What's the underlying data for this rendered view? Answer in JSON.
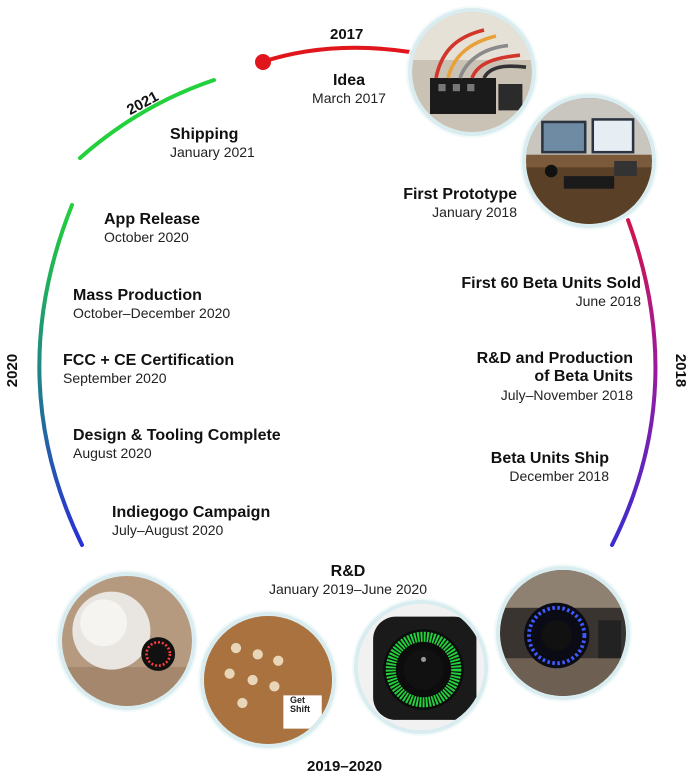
{
  "years": {
    "y2017": "2017",
    "y2018": "2018",
    "y2020": "2020",
    "y2021": "2021",
    "y2019_2020": "2019–2020"
  },
  "events": [
    {
      "title": "Idea",
      "date": "March 2017"
    },
    {
      "title": "First Prototype",
      "date": "January 2018"
    },
    {
      "title": "First 60 Beta Units Sold",
      "date": "June 2018"
    },
    {
      "title": "R&D and Production",
      "title2": "of Beta Units",
      "date": "July–November 2018"
    },
    {
      "title": "Beta Units Ship",
      "date": "December 2018"
    },
    {
      "title": "R&D",
      "date": "January 2019–June 2020"
    },
    {
      "title": "Indiegogo Campaign",
      "date": "July–August 2020"
    },
    {
      "title": "Design & Tooling Complete",
      "date": "August 2020"
    },
    {
      "title": "FCC + CE Certification",
      "date": "September 2020"
    },
    {
      "title": "Mass Production",
      "date": "October–December 2020"
    },
    {
      "title": "App Release",
      "date": "October 2020"
    },
    {
      "title": "Shipping",
      "date": "January 2021"
    }
  ],
  "photos": {
    "p1": "wiring-prototype-photo",
    "p2": "desk-computer-setup-photo",
    "p3": "blue-led-ring-device-photo",
    "p4": "green-led-ring-device-photo",
    "p5": "copper-circuit-board-photo",
    "p6": "white-sphere-prototype-photo"
  },
  "brand_text": "Get Shift",
  "colors": {
    "red": "#e0161c",
    "purple": "#8b1aa8",
    "blue": "#2e2fc8",
    "teal": "#1b8f86",
    "green": "#22d13c"
  }
}
